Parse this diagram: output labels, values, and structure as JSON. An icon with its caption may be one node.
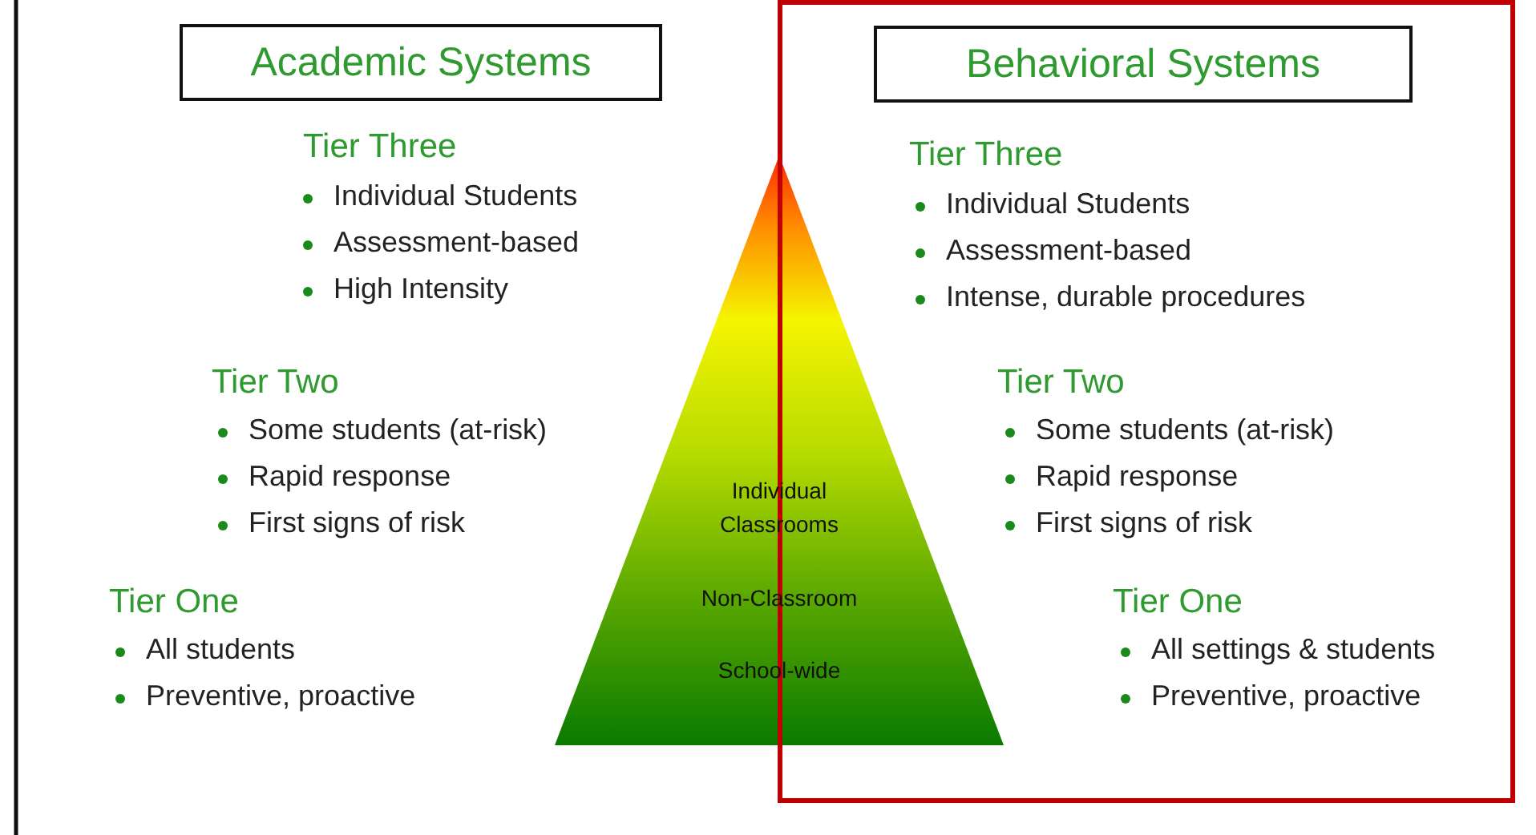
{
  "diagram": {
    "nodes": [
      {
        "text": [
          "Academic Systems"
        ]
      },
      {
        "text": [],
        "shape": "box"
      },
      {
        "text": [
          "Behavioral Systems"
        ],
        "in": 1
      },
      {
        "text": [
          "Individual Classrooms",
          "Non-Classroom",
          "School-wide"
        ]
      }
    ],
    "edges": [],
    "labels": [
      "Tier Three",
      "Individual Students",
      "Assessment-based",
      "High Intensity",
      "Tier Two",
      "Some students (at-risk)",
      "Rapid response",
      "First signs of risk",
      "Tier One",
      "All students",
      "Preventive, proactive",
      "Tier Three",
      "Individual Students",
      "Assessment-based",
      "Intense, durable procedures",
      "Tier Two",
      "Some students (at-risk)",
      "Rapid response",
      "First signs of risk",
      "Tier One",
      "All settings & students",
      "Preventive, proactive"
    ]
  }
}
